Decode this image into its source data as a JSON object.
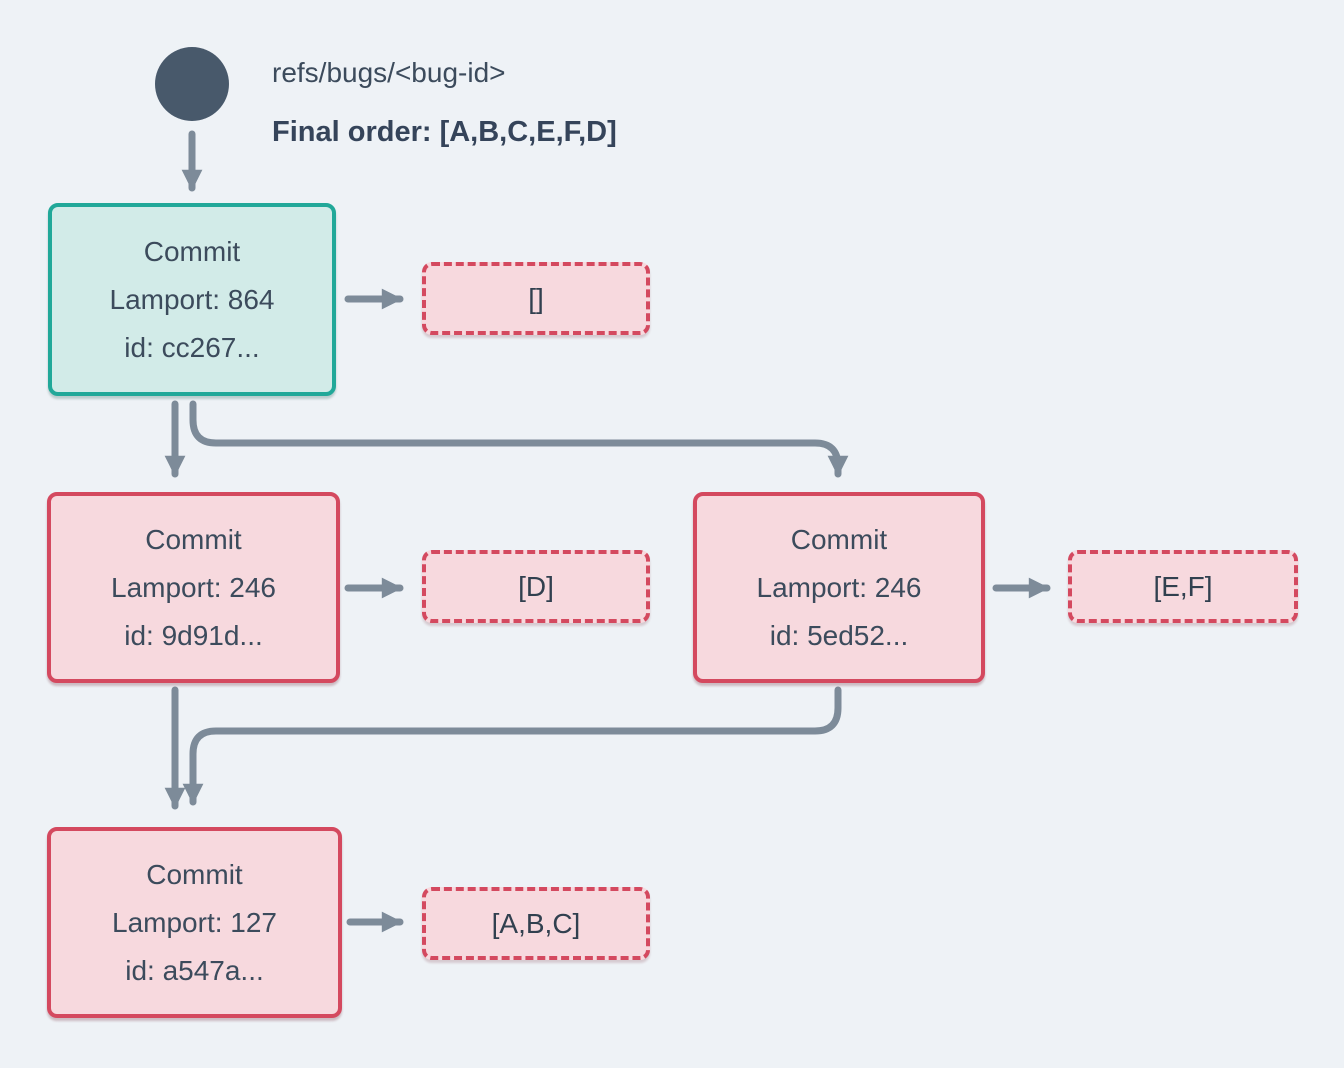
{
  "colors": {
    "background": "#eef2f6",
    "slate": "#48596b",
    "text": "#3c4b5c",
    "arrow": "#7d8b99",
    "teal_border": "#21a899",
    "teal_fill": "#d2ebe8",
    "crimson_border": "#d4495f",
    "pink_fill": "#f7d9de"
  },
  "header": {
    "ref_label": "refs/bugs/<bug-id>",
    "final_order": "Final order: [A,B,C,E,F,D]"
  },
  "commits": [
    {
      "key": "head",
      "title": "Commit",
      "lamport": "Lamport: 864",
      "id": "id: cc267...",
      "ops": "[]"
    },
    {
      "key": "left",
      "title": "Commit",
      "lamport": "Lamport: 246",
      "id": "id: 9d91d...",
      "ops": "[D]"
    },
    {
      "key": "right",
      "title": "Commit",
      "lamport": "Lamport: 246",
      "id": "id: 5ed52...",
      "ops": "[E,F]"
    },
    {
      "key": "bottom",
      "title": "Commit",
      "lamport": "Lamport: 127",
      "id": "id: a547a...",
      "ops": "[A,B,C]"
    }
  ]
}
